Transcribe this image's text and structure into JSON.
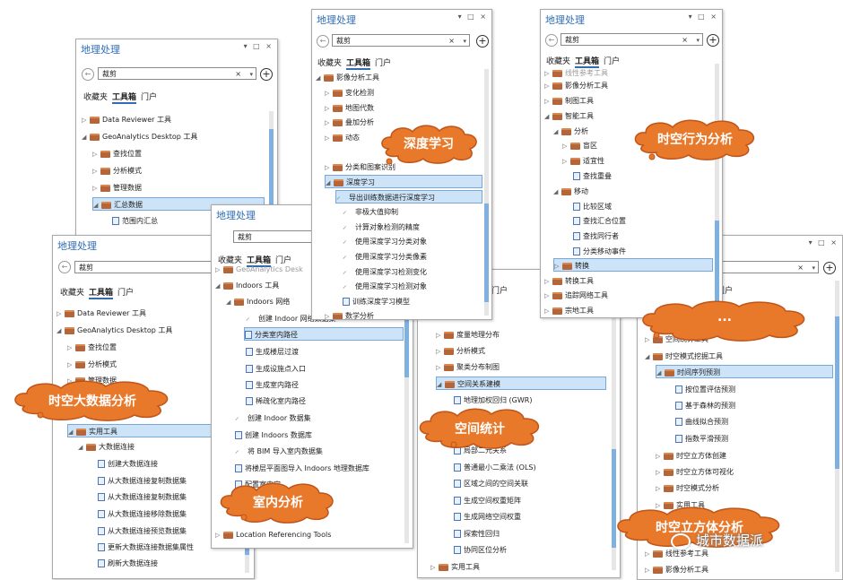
{
  "common": {
    "title": "地理处理",
    "search": "裁剪",
    "tab_fav": "收藏夹",
    "tab_toolbox": "工具箱",
    "tab_portal": "门户",
    "clear": "×",
    "dropdown": "▾",
    "add": "+",
    "back": "←",
    "win": "▾ □ ×"
  },
  "p1": {
    "rows": [
      "Data Reviewer 工具",
      "GeoAnalytics Desktop 工具",
      "查找位置",
      "分析模式",
      "管理数据",
      "汇总数据",
      "范围内汇总"
    ]
  },
  "p2": {
    "rows": [
      "Data Reviewer 工具",
      "GeoAnalytics Desktop 工具",
      "查找位置",
      "分析模式",
      "管理数据",
      "实用工具",
      "大数据连接",
      "创建大数据连接",
      "从大数据连接复制数据集",
      "从大数据连接复制数据集",
      "从大数据连接移除数据集",
      "从大数据连接预览数据集",
      "更新大数据连接数据集属性",
      "刷新大数据连接"
    ]
  },
  "p3": {
    "rows": [
      "GeoAnalytics Desk",
      "Indoors 工具",
      "Indoors 网络",
      "创建 Indoor 网络数据集",
      "分类室内路径",
      "生成楼层过渡",
      "生成设施点入口",
      "生成室内路径",
      "稀疏化室内路径",
      "创建 Indoor 数据集",
      "创建 Indoors 数据库",
      "将 BIM 导入室内数据集",
      "将楼层平面图导入 Indoors 地理数据库",
      "配置室内定",
      "Location Referencing Tools"
    ]
  },
  "p4": {
    "rows": [
      "影像分析工具",
      "变化检测",
      "地图代数",
      "叠加分析",
      "动态",
      "分类和图案识别",
      "深度学习",
      "导出训练数据进行深度学习",
      "非极大值抑制",
      "计算对象检测的精度",
      "使用深度学习分类对象",
      "使用深度学习分类像素",
      "使用深度学习检测变化",
      "使用深度学习检测对象",
      "训练深度学习模型",
      "数学分析"
    ]
  },
  "p5": {
    "rows": [
      "线性参考工具",
      "影像分析工具",
      "制图工具",
      "智能工具",
      "分析",
      "盲区",
      "适宜性",
      "查找重叠",
      "移动",
      "比较区域",
      "查找汇合位置",
      "查找同行者",
      "分类移动事件",
      "转换",
      "转换工具",
      "追踪网络工具",
      "宗地工具"
    ]
  },
  "p6": {
    "rows": [
      "门户",
      "度量地理分布",
      "分析模式",
      "聚类分布制图",
      "空间关系建模",
      "地理加权回归 (GWR)",
      "局部二元关系",
      "普通最小二乘法 (OLS)",
      "区域之间的空间关联",
      "生成空间权重矩阵",
      "生成网络空间权重",
      "探索性回归",
      "协同区位分析",
      "实用工具"
    ]
  },
  "p7": {
    "rows": [
      "门户",
      "空间统计工具",
      "时空模式挖掘工具",
      "时间序列预测",
      "按位置评估预测",
      "基于森林的预测",
      "曲线拟合预测",
      "指数平滑预测",
      "时空立方体创建",
      "时空立方体可视化",
      "时空模式分析",
      "实用工具",
      "线性参考工具",
      "影像分析工具"
    ]
  },
  "clouds": {
    "c1": "深度学习",
    "c2": "时空行为分析",
    "c3": "时空大数据分析",
    "c4": "空间统计",
    "c5": "室内分析",
    "c6": "...",
    "c7": "时空立方体分析"
  },
  "watermark": "城市数据派",
  "colors": {
    "cloud": "#e8782a",
    "cloud_stroke": "#c0551a",
    "accent": "#2f6db5",
    "select": "#cde3f7"
  }
}
